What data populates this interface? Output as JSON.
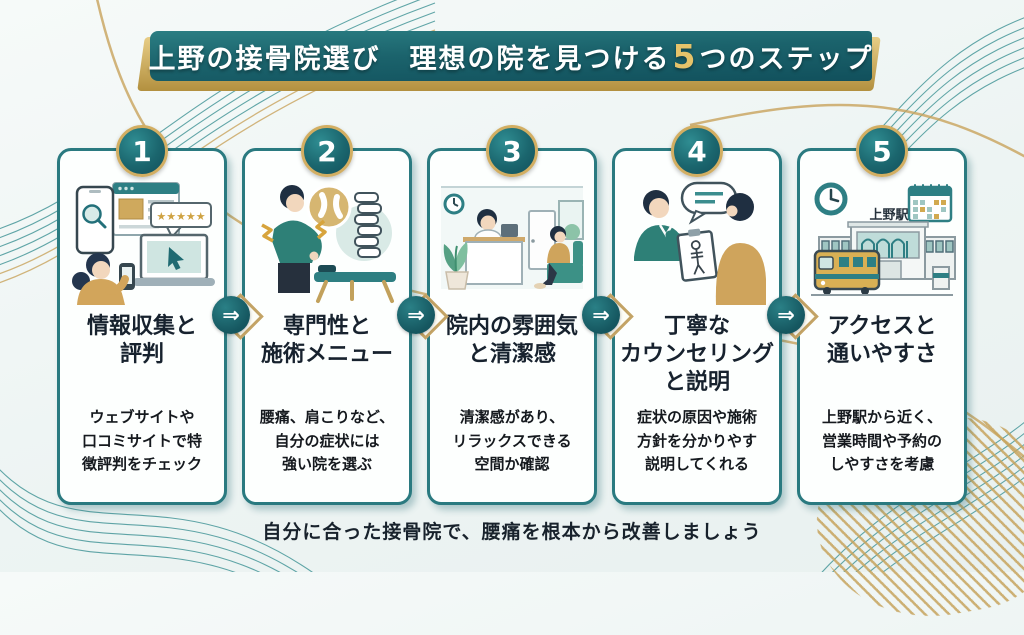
{
  "banner": {
    "prefix": "上野の接骨院選び　理想の院を見つける",
    "highlight": "5",
    "suffix": "つのステップ"
  },
  "steps": [
    {
      "number": "1",
      "title": "情報収集と\n評判",
      "description": "ウェブサイトや\n口コミサイトで特\n徴評判をチェック",
      "illustration": "online-research",
      "stars": "★★★★★"
    },
    {
      "number": "2",
      "title": "専門性と\n施術メニュー",
      "description": "腰痛、肩こりなど、\n自分の症状には\n強い院を選ぶ",
      "illustration": "specialty-and-menu"
    },
    {
      "number": "3",
      "title": "院内の雰囲気\nと清潔感",
      "description": "清潔感があり、\nリラックスできる\n空間か確認",
      "illustration": "clinic-interior"
    },
    {
      "number": "4",
      "title": "丁寧な\nカウンセリング\nと説明",
      "description": "症状の原因や施術\n方針を分かりやす\n説明してくれる",
      "illustration": "counseling-explanation"
    },
    {
      "number": "5",
      "title": "アクセスと\n通いやすさ",
      "description": "上野駅から近く、\n営業時間や予約の\nしやすさを考慮",
      "illustration": "station-access",
      "station_label": "上野駅"
    }
  ],
  "arrow_glyph": "⇒",
  "footer": "自分に合った接骨院で、腰痛を根本から改善しましょう",
  "colors": {
    "teal_dark": "#11505c",
    "teal": "#2a7d82",
    "teal_light": "#cfe5e1",
    "gold": "#c9a55f",
    "card_border": "#2a7a80",
    "text_dark": "#17222e"
  }
}
